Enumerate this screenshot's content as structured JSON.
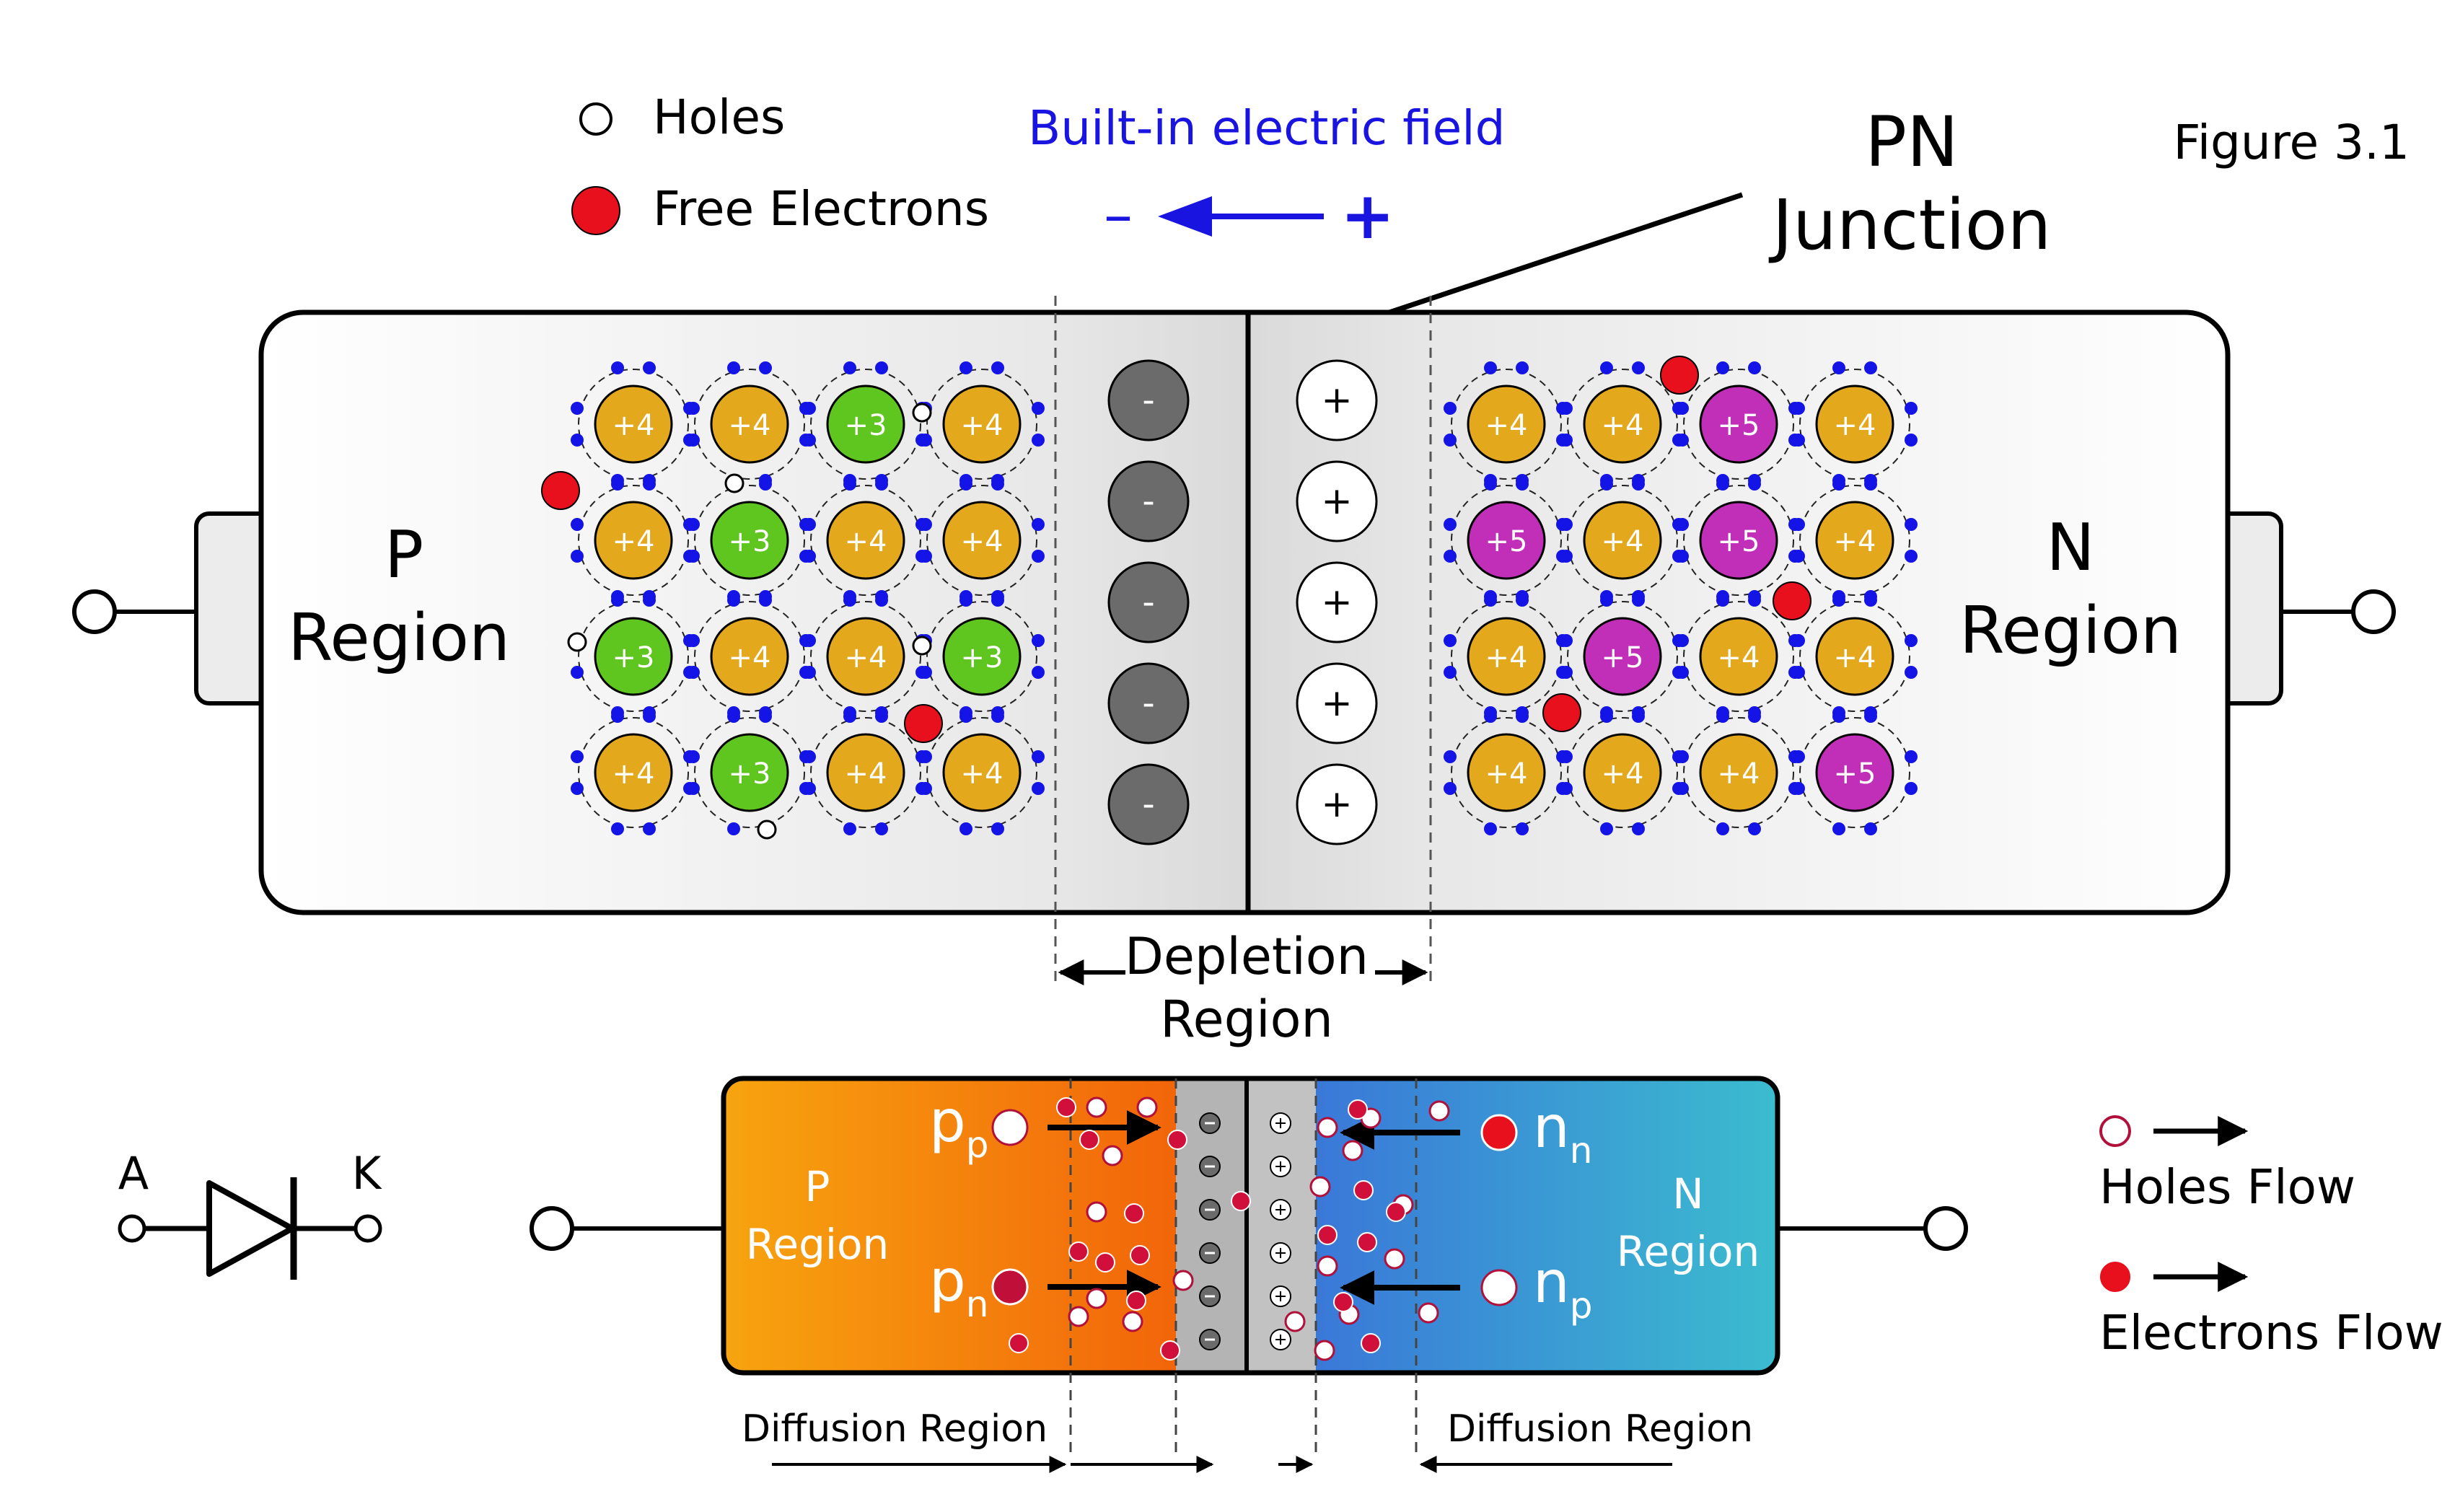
{
  "legend_top": {
    "holes_label": "Holes",
    "electrons_label": "Free Electrons"
  },
  "field": {
    "title": "Built-in electric field",
    "minus": "–",
    "plus": "+"
  },
  "junction": {
    "line1": "PN",
    "line2": "Junction"
  },
  "figure_label": "Figure 3.1",
  "p_region": {
    "line1": "P",
    "line2": "Region"
  },
  "n_region": {
    "line1": "N",
    "line2": "Region"
  },
  "depletion": {
    "line1": "Depletion",
    "line2": "Region"
  },
  "lattice": {
    "p_rows": [
      [
        "+4",
        "+4",
        "+3",
        "+4"
      ],
      [
        "+4",
        "+3",
        "+4",
        "+4"
      ],
      [
        "+3",
        "+4",
        "+4",
        "+3"
      ],
      [
        "+4",
        "+3",
        "+4",
        "+4"
      ]
    ],
    "n_rows": [
      [
        "+4",
        "+4",
        "+5",
        "+4"
      ],
      [
        "+5",
        "+4",
        "+5",
        "+4"
      ],
      [
        "+4",
        "+5",
        "+4",
        "+4"
      ],
      [
        "+4",
        "+4",
        "+4",
        "+5"
      ]
    ]
  },
  "ions": {
    "negative": "-",
    "positive": "+"
  },
  "colors": {
    "atom_plus4": "#e3a81c",
    "atom_plus3": "#5fc61f",
    "atom_plus5": "#c12fb8",
    "valence_electron": "#1414e6",
    "free_electron": "#e8101c",
    "field_blue": "#1a14e0",
    "p_side": "#f57a0a",
    "n_side": "#3a9fd6"
  },
  "diode": {
    "anode": "A",
    "cathode": "K"
  },
  "bottom": {
    "pp_main": "p",
    "pp_sub": "p",
    "pn_main": "p",
    "pn_sub": "n",
    "nn_main": "n",
    "nn_sub": "n",
    "np_main": "n",
    "np_sub": "p",
    "p_line1": "P",
    "p_line2": "Region",
    "n_line1": "N",
    "n_line2": "Region",
    "diffusion_left": "Diffusion Region",
    "diffusion_right": "Diffusion Region"
  },
  "legend_bottom": {
    "holes_flow": "Holes Flow",
    "electrons_flow": "Electrons Flow"
  }
}
